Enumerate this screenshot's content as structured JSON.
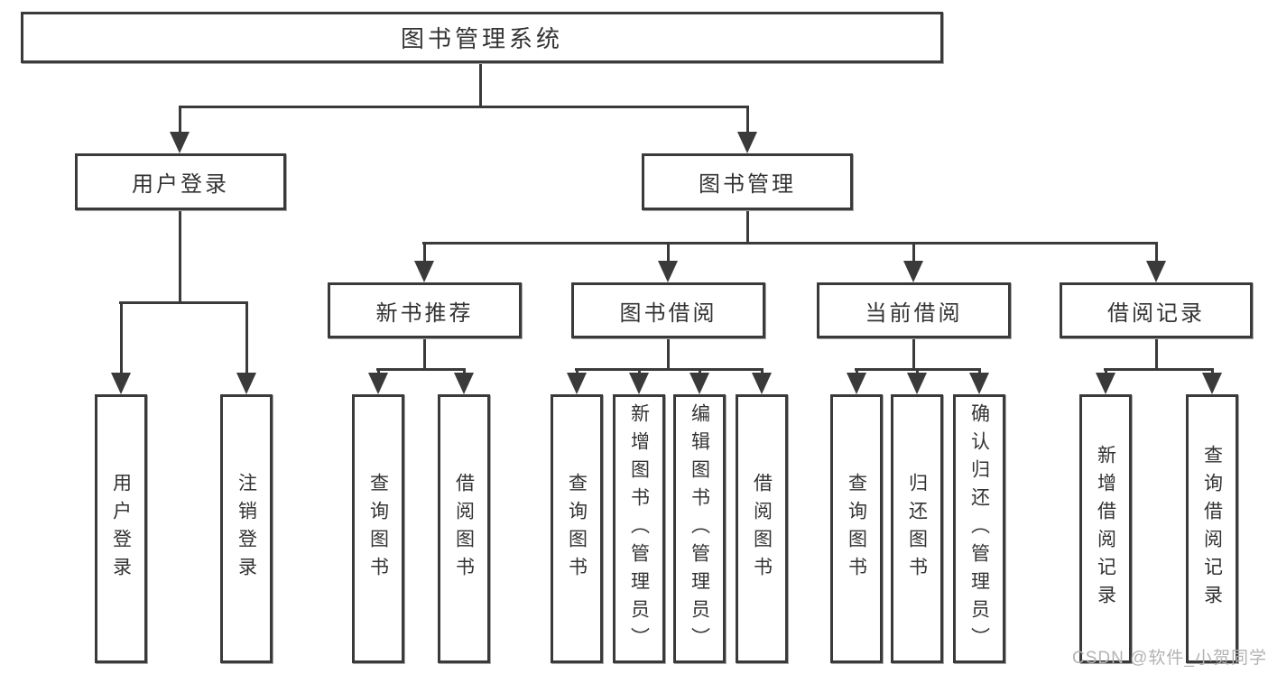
{
  "diagram": {
    "title": "图书管理系统",
    "type": "hierarchy-tree",
    "colors": {
      "line": "#3a3a3a",
      "node_border": "#3a3a3a",
      "node_fill": "#ffffff",
      "text": "#333333",
      "background": "#ffffff",
      "watermark": "#b3b3b3"
    },
    "tree": {
      "label": "图书管理系统",
      "children": [
        {
          "label": "用户登录",
          "children": [
            {
              "label": "用户登录"
            },
            {
              "label": "注销登录"
            }
          ]
        },
        {
          "label": "图书管理",
          "children": [
            {
              "label": "新书推荐",
              "children": [
                {
                  "label": "查询图书"
                },
                {
                  "label": "借阅图书"
                }
              ]
            },
            {
              "label": "图书借阅",
              "children": [
                {
                  "label": "查询图书"
                },
                {
                  "label": "新增图书（管理员）"
                },
                {
                  "label": "编辑图书（管理员）"
                },
                {
                  "label": "借阅图书"
                }
              ]
            },
            {
              "label": "当前借阅",
              "children": [
                {
                  "label": "查询图书"
                },
                {
                  "label": "归还图书"
                },
                {
                  "label": "确认归还（管理员）"
                }
              ]
            },
            {
              "label": "借阅记录",
              "children": [
                {
                  "label": "新增借阅记录"
                },
                {
                  "label": "查询借阅记录"
                }
              ]
            }
          ]
        }
      ]
    }
  },
  "watermark": {
    "text": "CSDN @软件_小贺同学"
  }
}
